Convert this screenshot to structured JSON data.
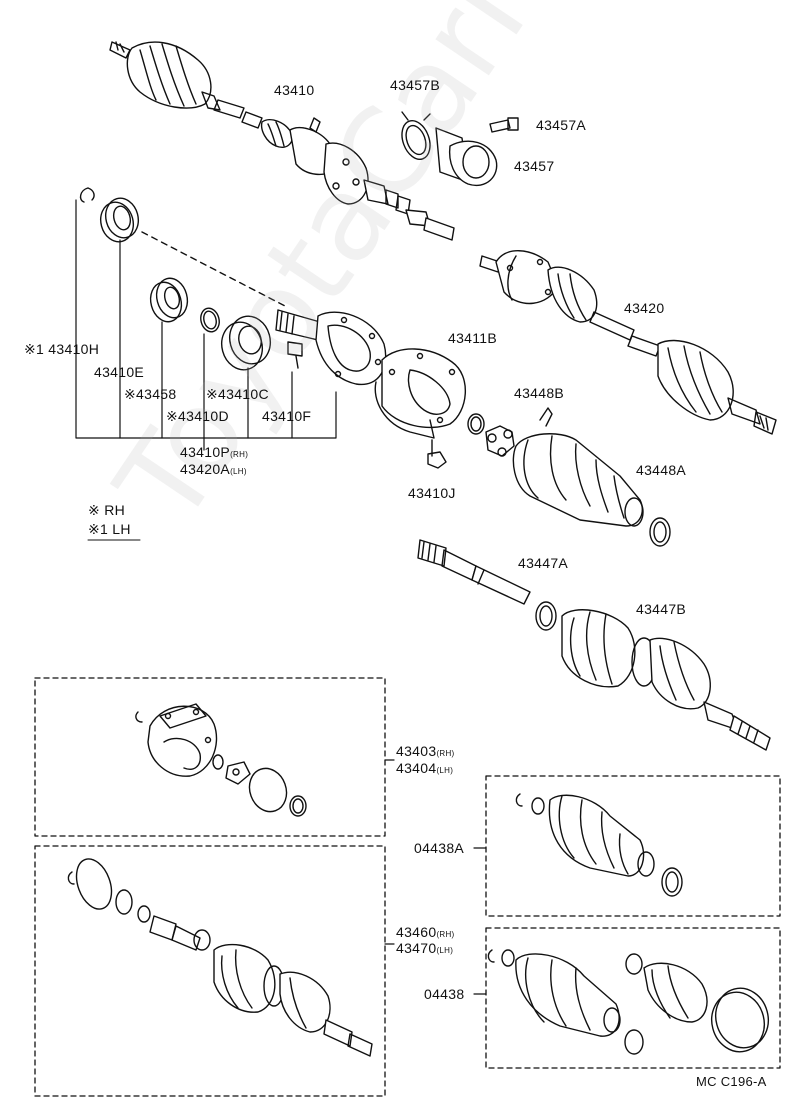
{
  "watermark": "ToyotaCarMine.ru",
  "labels": {
    "p43410": "43410",
    "p43457B": "43457B",
    "p43457A": "43457A",
    "p43457": "43457",
    "p43420": "43420",
    "p43411B": "43411B",
    "p43448B": "43448B",
    "p43448A": "43448A",
    "p43410H": "※1 43410H",
    "p43410E": "43410E",
    "p43458": "※43458",
    "p43410C": "※43410C",
    "p43410D": "※43410D",
    "p43410F": "43410F",
    "p43410P": "43410P",
    "p43410P_side": "(RH)",
    "p43420A": "43420A",
    "p43420A_side": "(LH)",
    "p43410J": "43410J",
    "legend_rh": "※  RH",
    "legend_lh": "※1 LH",
    "p43447A": "43447A",
    "p43447B": "43447B",
    "p43403": "43403",
    "p43403_side": "(RH)",
    "p43404": "43404",
    "p43404_side": "(LH)",
    "p04438A": "04438A",
    "p43460": "43460",
    "p43460_side": "(RH)",
    "p43470": "43470",
    "p43470_side": "(LH)",
    "p04438": "04438",
    "code": "MC C196-A"
  }
}
